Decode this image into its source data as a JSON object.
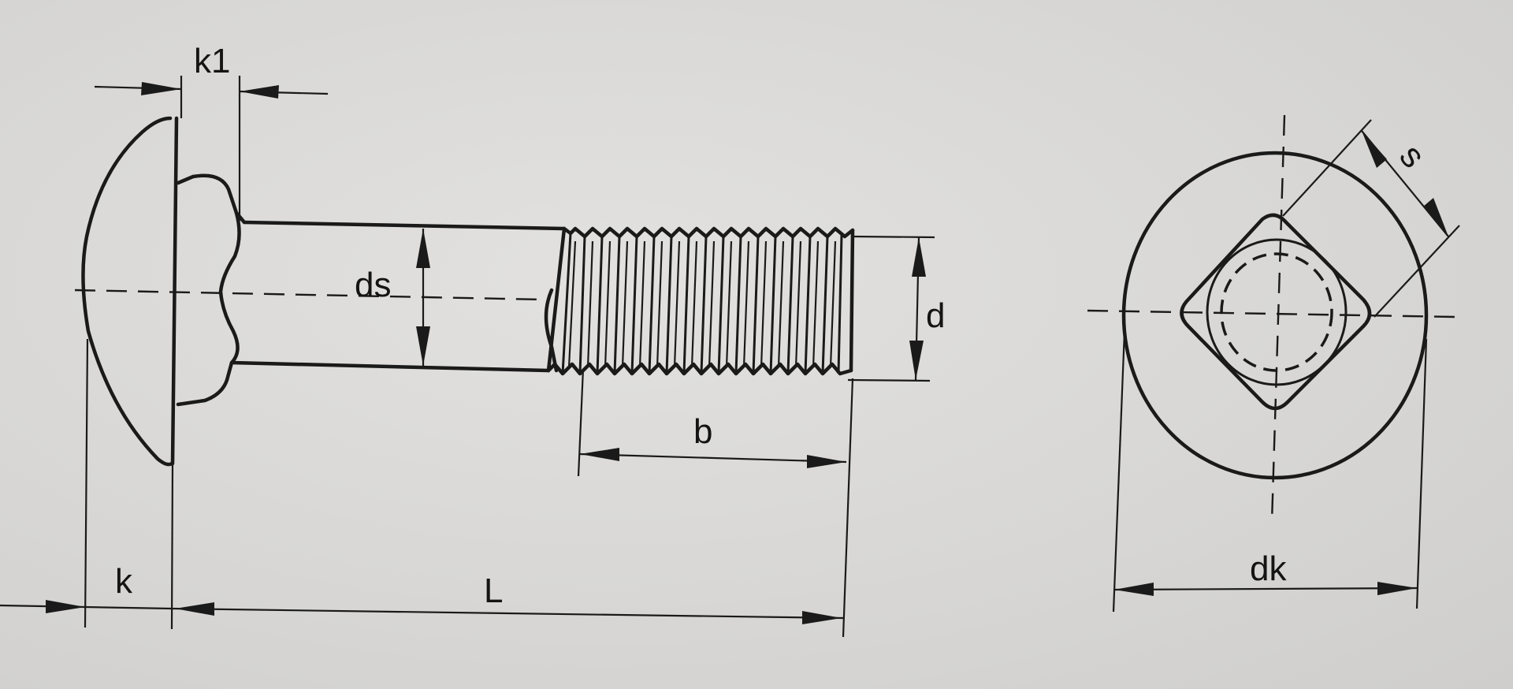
{
  "labels": {
    "k1": "k1",
    "ds": "ds",
    "d": "d",
    "b": "b",
    "k": "k",
    "L": "L",
    "s": "s",
    "dk": "dk"
  },
  "colors": {
    "ink": "#1a1a1a",
    "paper": "#d9d8d6"
  }
}
